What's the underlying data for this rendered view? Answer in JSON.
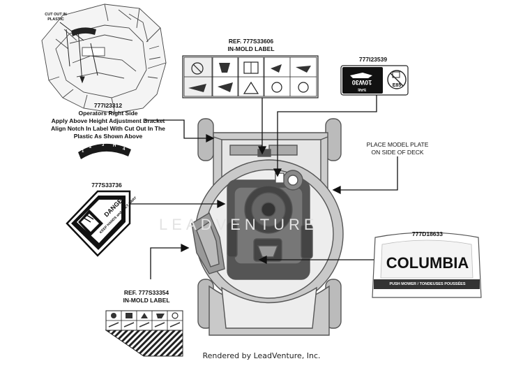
{
  "labels": {
    "cut_out": "CUT OUT IN PLASTIC",
    "ref_top": "REF. 777S33606",
    "inmold_top": "IN-MOLD LABEL",
    "part_oil": "777I23539",
    "oil_text1": "10W30",
    "oil_text2": "SAE",
    "e85": "E85",
    "part_height": "777I23312",
    "height_line1": "Operators Right Side",
    "height_line2": "Apply Above Height Adjustment Bracket",
    "height_line3": "Align Notch In Label With Cut Out In The",
    "height_line4": "Plastic As Shown Above",
    "model_plate1": "PLACE MODEL PLATE",
    "model_plate2": "ON SIDE OF DECK",
    "part_danger": "777S33736",
    "danger_word": "DANGER",
    "danger_sub": "KEEP HANDS and FEET AWAY",
    "part_columbia": "777D18633",
    "columbia": "COLUMBIA",
    "columbia_sub": "PUSH MOWER / TONDEUSES POUSSÉES",
    "ref_bottom": "REF. 777S33354",
    "inmold_bottom": "IN-MOLD LABEL",
    "scale_1": "1",
    "scale_2": "2",
    "scale_3": "3",
    "scale_4": "4",
    "scale_h": "H"
  },
  "watermark": "LEADVENTURE",
  "footer": "Rendered by LeadVenture, Inc."
}
